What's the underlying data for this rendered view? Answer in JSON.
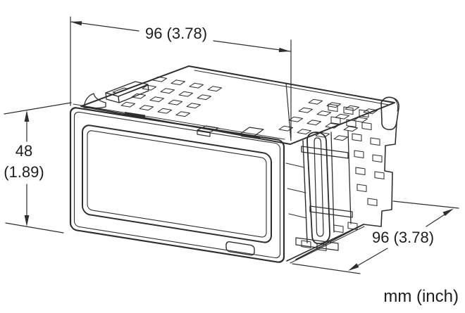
{
  "figure": {
    "type": "technical-dimension-drawing",
    "description": "Isometric outline drawing of a 1/8-DIN panel meter with front bezel, display window, top ventilation slots, rear terminal block and panel-mounting clips",
    "units_label": "mm (inch)",
    "dimensions": {
      "width": {
        "label": "96 (3.78)",
        "mm": "96",
        "inch": "3.78"
      },
      "height": {
        "label_mm": "48",
        "label_inch": "(1.89)",
        "mm": "48",
        "inch": "1.89"
      },
      "depth": {
        "label": "96 (3.78)",
        "mm": "96",
        "inch": "3.78"
      }
    },
    "colors": {
      "line": "#2e2e2e",
      "text": "#1d1d1d",
      "background": "#ffffff"
    }
  }
}
